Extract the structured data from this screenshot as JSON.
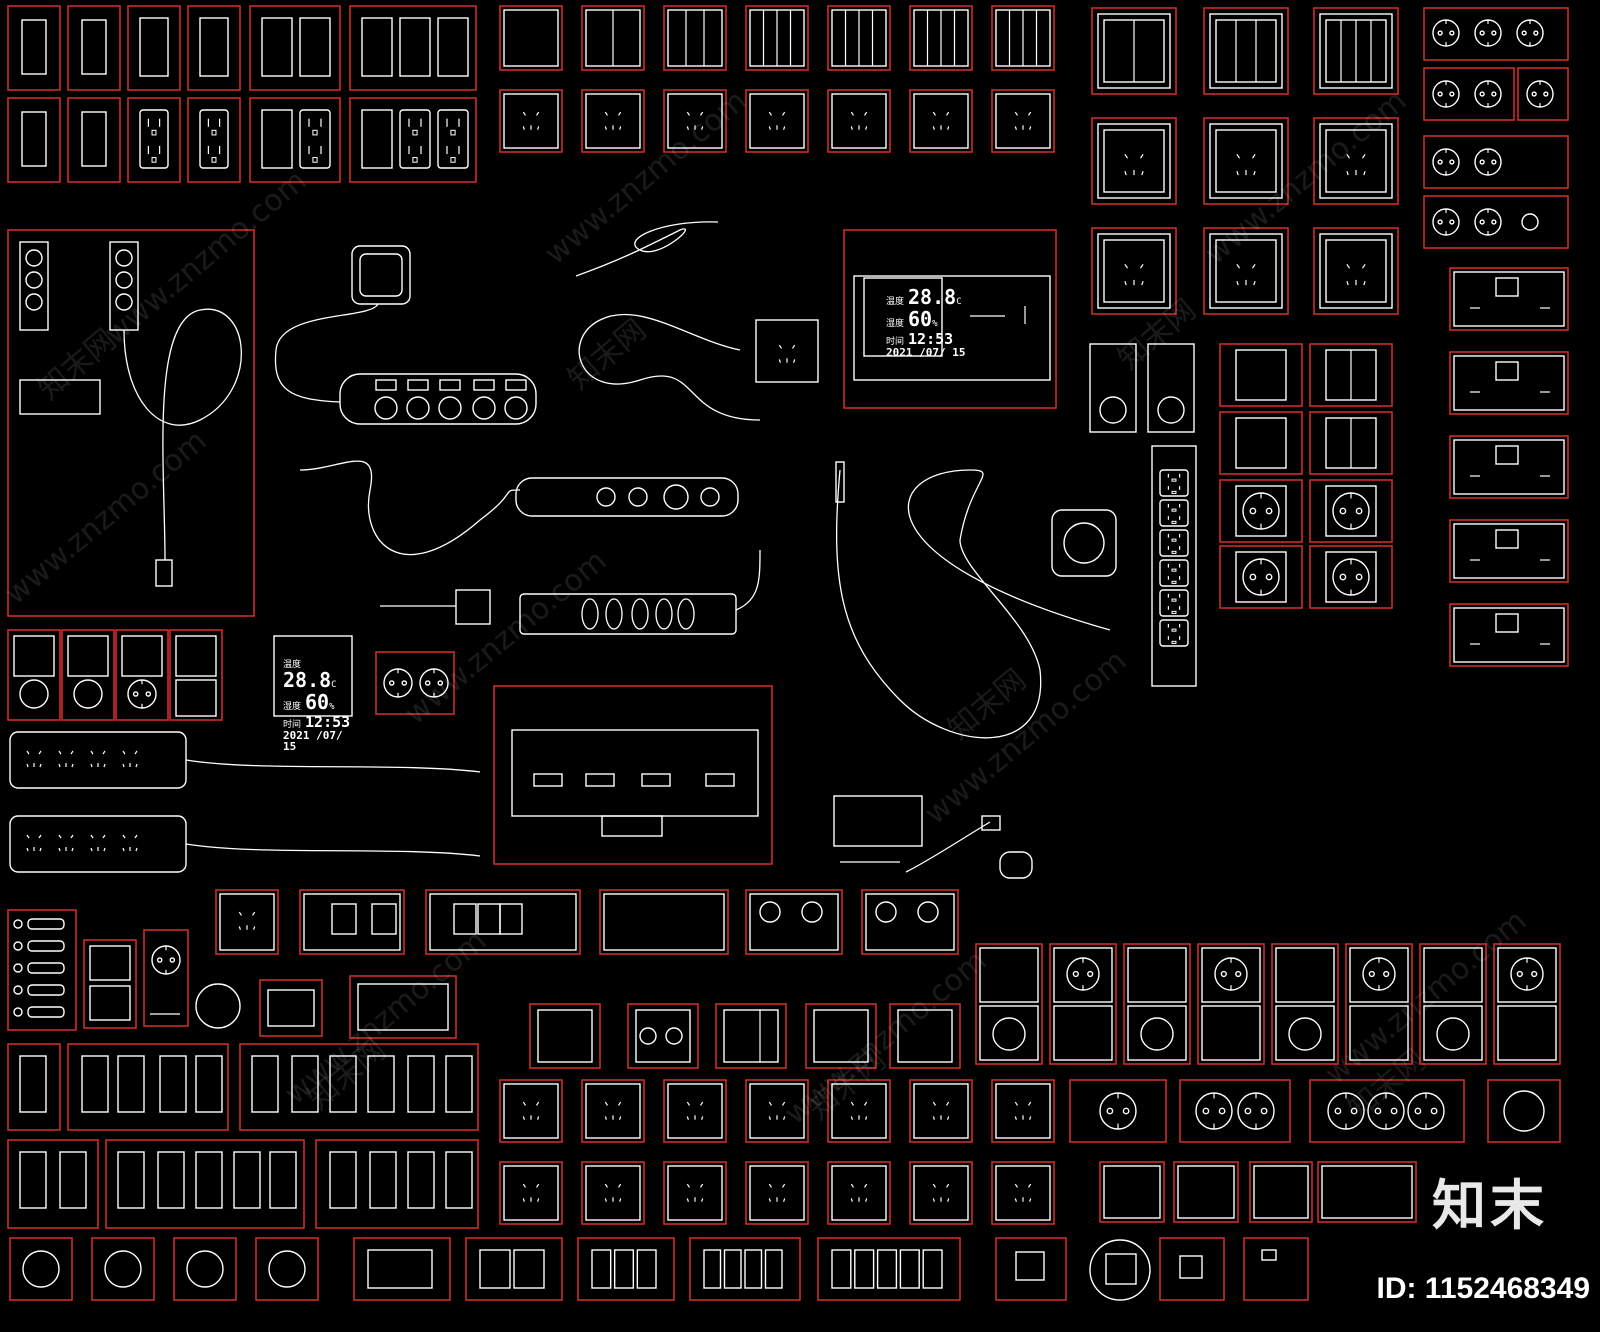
{
  "colors": {
    "background": "#000000",
    "frame": "#cc2a2a",
    "line": "#ffffff"
  },
  "display": {
    "temperature": "28.8",
    "temp_unit": "C",
    "humidity": "60",
    "humidity_unit": "%",
    "time": "12:53",
    "date": "2021 /07/ 15",
    "temp_label": "温度",
    "humidity_label": "湿度",
    "time_label": "时间"
  },
  "watermark": {
    "text": "www.znzmo.com",
    "cn": "知末网"
  },
  "brand": {
    "logo": "知末",
    "id_label": "ID: 1152468349"
  },
  "icons": [
    "switch-icon",
    "socket-icon",
    "power-strip-icon",
    "plug-icon",
    "cable-icon",
    "usb-icon",
    "dial-icon",
    "rj45-icon"
  ]
}
